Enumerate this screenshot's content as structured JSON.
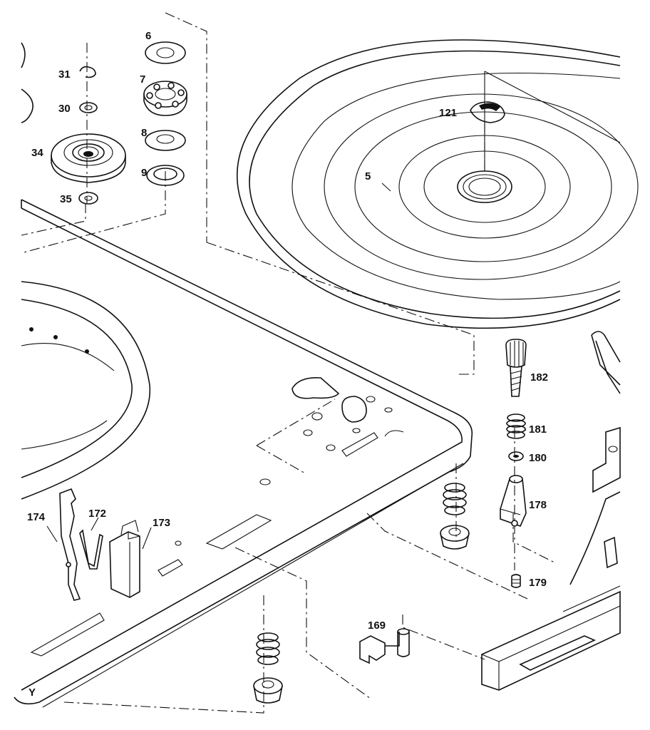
{
  "diagram": {
    "part_labels": {
      "p6": "6",
      "p7": "7",
      "p8": "8",
      "p9": "9",
      "p31": "31",
      "p30": "30",
      "p34": "34",
      "p35": "35",
      "p121": "121",
      "p5": "5",
      "p182": "182",
      "p181": "181",
      "p180": "180",
      "p178": "178",
      "p179": "179",
      "p174": "174",
      "p172": "172",
      "p173": "173",
      "p169": "169"
    },
    "corner_mark": "Y"
  }
}
